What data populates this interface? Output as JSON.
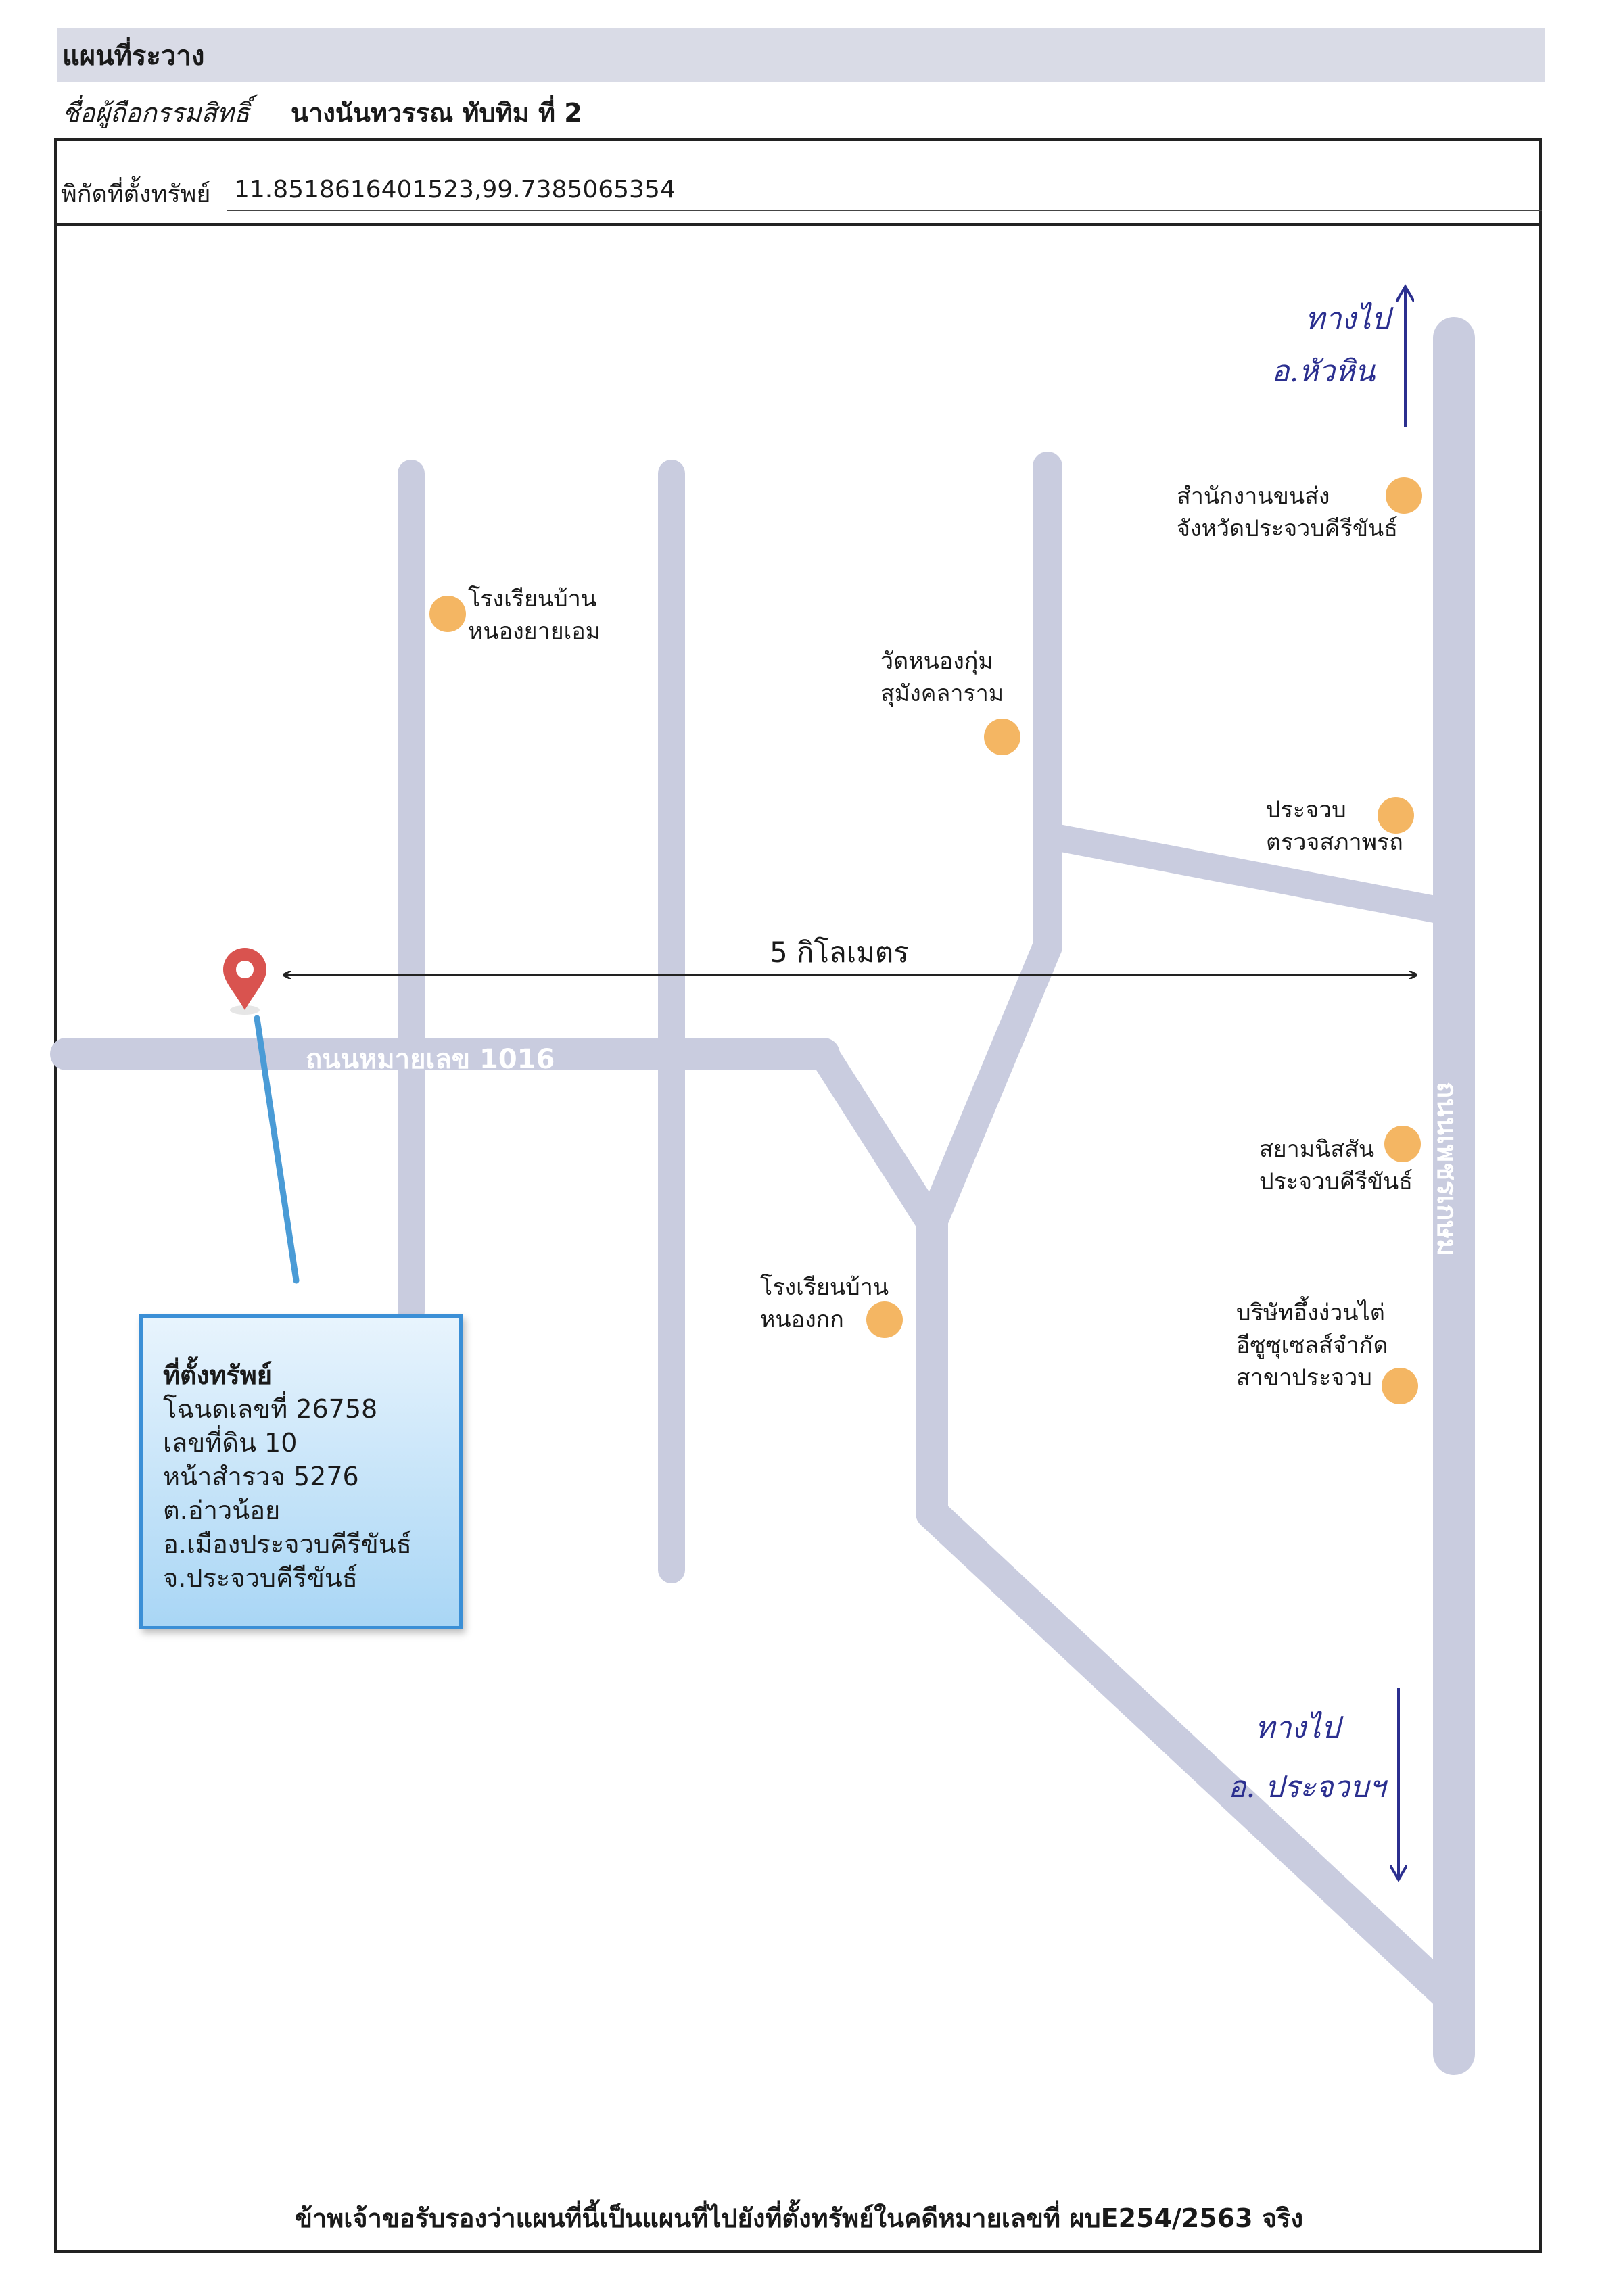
{
  "header": {
    "title": "แผนที่ระวาง",
    "owner_label": "ชื่อผู้ถือกรรมสิทธิ์",
    "owner_name": "นางนันทวรรณ ทับทิม ที่ 2"
  },
  "coordinates": {
    "label": "พิกัดที่ตั้งทรัพย์",
    "value": "11.8518616401523,99.7385065354"
  },
  "map": {
    "road_color": "#c9ccdf",
    "poi_color": "#f4b663",
    "marker_color": "#d9534f",
    "road_main_label": "ถนนหมายเลข 1016",
    "highway_label": "ถนนเพชรเกษม",
    "distance_label": "5 กิโลเมตร",
    "direction_north": {
      "line1": "ทางไป",
      "line2": "อ.หัวหิน"
    },
    "direction_south": {
      "line1": "ทางไป",
      "line2": "อ. ประจวบฯ"
    },
    "pois": [
      "สำนักงานขนส่ง\nจังหวัดประจวบคีรีขันธ์",
      "โรงเรียนบ้าน\nหนองยายเอม",
      "วัดหนองกุ่ม\nสุมังคลาราม",
      "ประจวบ\nตรวจสภาพรถ",
      "สยามนิสสัน\nประจวบคีรีขันธ์",
      "โรงเรียนบ้าน\nหนองกก",
      "บริษัทอึ้งง่วนไต่\nอีซูซุเซลส์จำกัด\nสาขาประจวบ"
    ]
  },
  "property": {
    "title": "ที่ตั้งทรัพย์",
    "deed": "โฉนดเลขที่ 26758",
    "land_no": "เลขที่ดิน 10",
    "survey": "หน้าสำรวจ 5276",
    "subdistrict": "ต.อ่าวน้อย",
    "district": "อ.เมืองประจวบคีรีขันธ์",
    "province": "จ.ประจวบคีรีขันธ์"
  },
  "footer": "ข้าพเจ้าขอรับรองว่าแผนที่นี้เป็นแผนที่ไปยังที่ตั้งทรัพย์ในคดีหมายเลขที่ ผบE254/2563 จริง"
}
